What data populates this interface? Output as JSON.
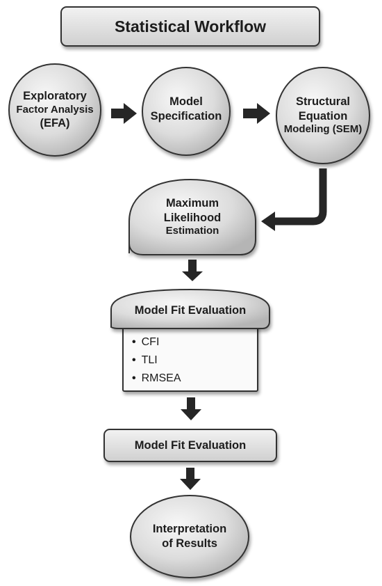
{
  "title": "Statistical Workflow",
  "nodes": {
    "efa": {
      "lines": [
        "Exploratory",
        "Factor Analysis",
        "(EFA)"
      ]
    },
    "model_spec": {
      "lines": [
        "Model",
        "Specification"
      ]
    },
    "sem": {
      "lines": [
        "Structural",
        "Equation",
        "Modeling (SEM)"
      ]
    },
    "mle": {
      "lines": [
        "Maximum",
        "Likelihood",
        "Estimation"
      ]
    },
    "fit_eval_header": "Model Fit Evaluation",
    "fit_indices": [
      "CFI",
      "TLI",
      "RMSEA"
    ],
    "fit_eval_box": "Model Fit Evaluation",
    "interpretation": {
      "lines": [
        "Interpretation",
        "of Results"
      ]
    }
  },
  "colors": {
    "node_fill_light": "#f4f4f4",
    "node_fill_dark": "#bdbdbd",
    "stroke": "#333333",
    "arrow": "#262626"
  }
}
